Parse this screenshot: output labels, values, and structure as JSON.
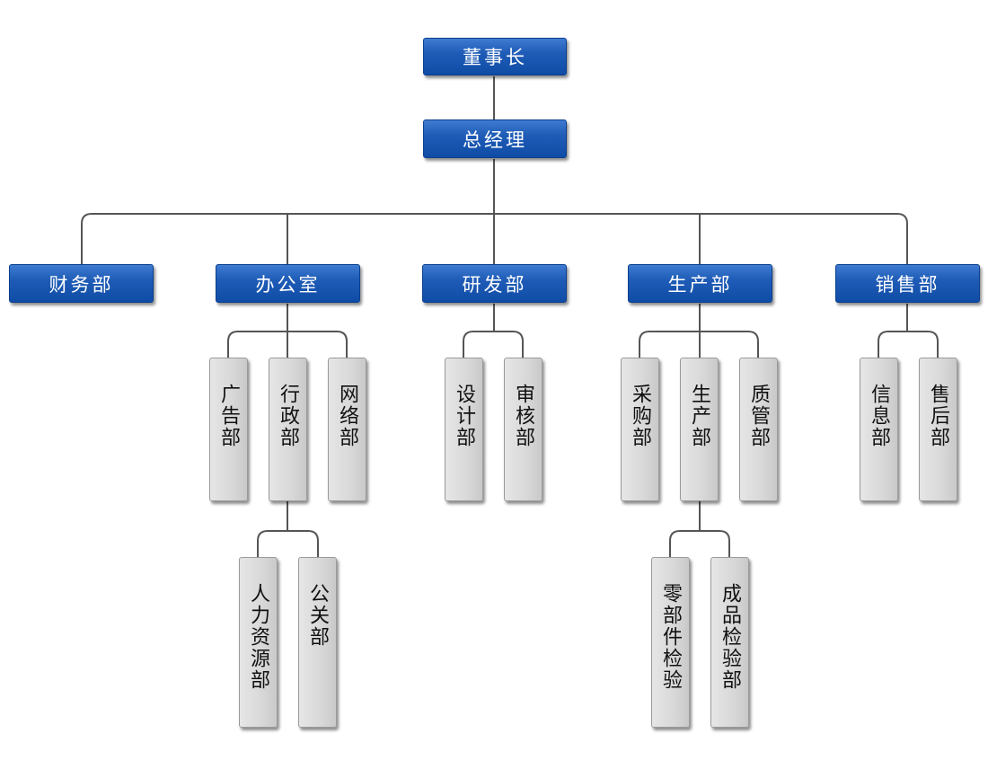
{
  "org_chart": {
    "chairman": "董事长",
    "general_manager": "总经理",
    "departments": [
      {
        "label": "财务部",
        "subunits": []
      },
      {
        "label": "办公室",
        "subunits": [
          {
            "label": "广告部",
            "subunits": []
          },
          {
            "label": "行政部",
            "subunits": [
              "人力资源部",
              "公关部"
            ]
          },
          {
            "label": "网络部",
            "subunits": []
          }
        ]
      },
      {
        "label": "研发部",
        "subunits": [
          {
            "label": "设计部",
            "subunits": []
          },
          {
            "label": "审核部",
            "subunits": []
          }
        ]
      },
      {
        "label": "生产部",
        "subunits": [
          {
            "label": "采购部",
            "subunits": []
          },
          {
            "label": "生产部",
            "subunits": [
              "零部件检验",
              "成品检验部"
            ]
          },
          {
            "label": "质管部",
            "subunits": []
          }
        ]
      },
      {
        "label": "销售部",
        "subunits": [
          {
            "label": "信息部",
            "subunits": []
          },
          {
            "label": "售后部",
            "subunits": []
          }
        ]
      }
    ]
  },
  "colors": {
    "box_blue": "#1f5cb7",
    "box_grey": "#d8d8d8",
    "line": "#555555"
  }
}
